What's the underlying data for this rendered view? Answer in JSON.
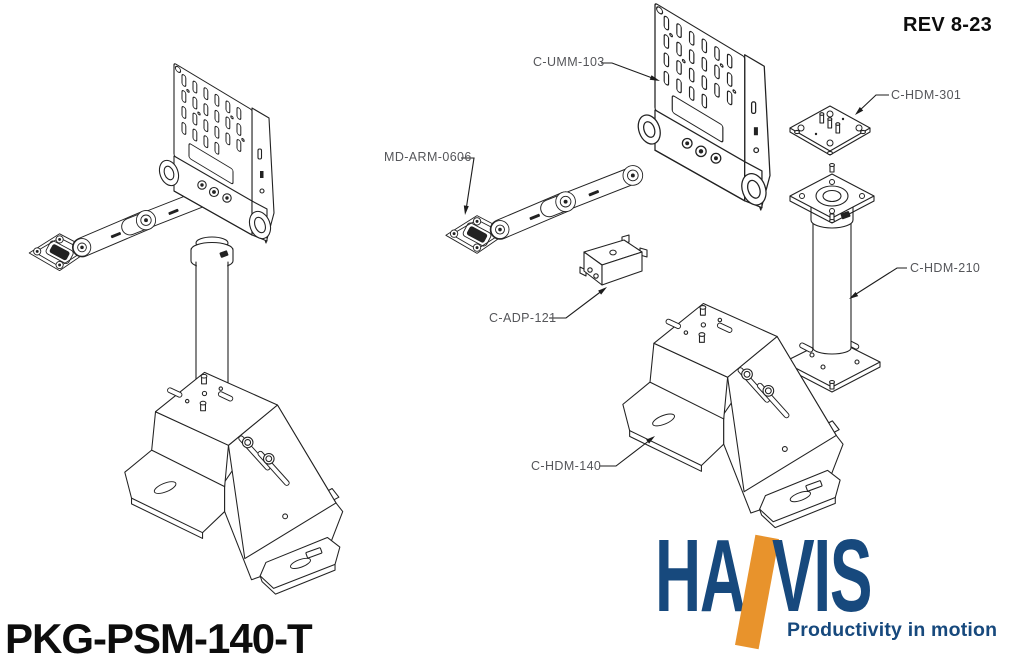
{
  "meta": {
    "rev": "REV 8-23",
    "product_code": "PKG-PSM-140-T"
  },
  "colors": {
    "line": "#222222",
    "label_text": "#55565a",
    "brand_navy": "#17497d",
    "brand_orange": "#e8932c",
    "background": "#ffffff"
  },
  "diagram": {
    "views": [
      "assembled-mount",
      "exploded-parts"
    ],
    "part_labels": [
      {
        "text": "C-UMM-103"
      },
      {
        "text": "C-HDM-301"
      },
      {
        "text": "MD-ARM-0606"
      },
      {
        "text": "C-ADP-121"
      },
      {
        "text": "C-HDM-210"
      },
      {
        "text": "C-HDM-140"
      }
    ]
  },
  "logo": {
    "brand": "HAVIS",
    "brand_left": "HA",
    "brand_right": "VIS",
    "tagline": "Productivity in motion"
  }
}
